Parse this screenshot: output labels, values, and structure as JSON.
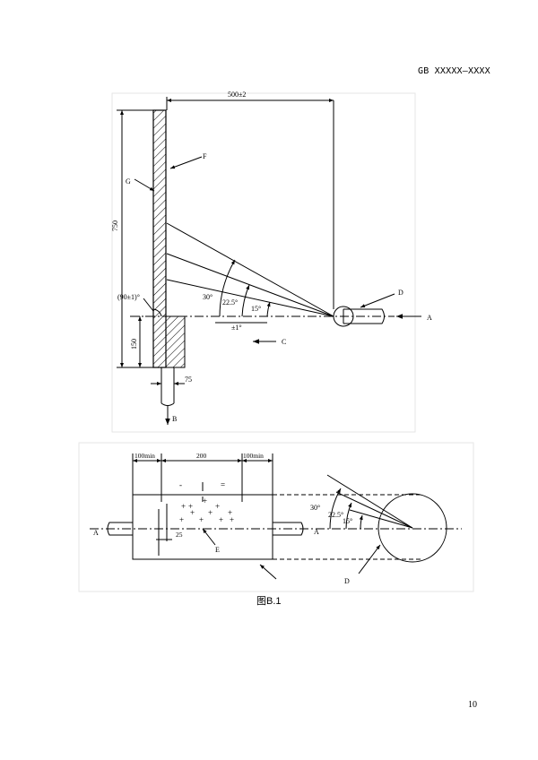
{
  "header": {
    "standard_code": "GB XXXXX—XXXX"
  },
  "figure": {
    "caption": "图B.1",
    "top_view": {
      "dim_width": "500±2",
      "dim_height": "750",
      "dim_bottom": "150",
      "dim_tube": "75",
      "angle_wall": "(90±1)°",
      "angle_tolerance": "±1°",
      "angle_30": "30°",
      "angle_22_5": "22.5°",
      "angle_15": "15°",
      "label_A": "A",
      "label_B": "B",
      "label_C": "C",
      "label_D": "D",
      "label_F": "F",
      "label_G": "G"
    },
    "bottom_view": {
      "dim_left": "100min",
      "dim_center": "200",
      "dim_right": "100min",
      "dim_small": "25",
      "angle_30": "30°",
      "angle_22_5": "22.5°",
      "angle_15": "15°",
      "label_A_left": "A",
      "label_A_right": "A",
      "label_D": "D",
      "label_E": "E"
    }
  },
  "page_number": "10"
}
